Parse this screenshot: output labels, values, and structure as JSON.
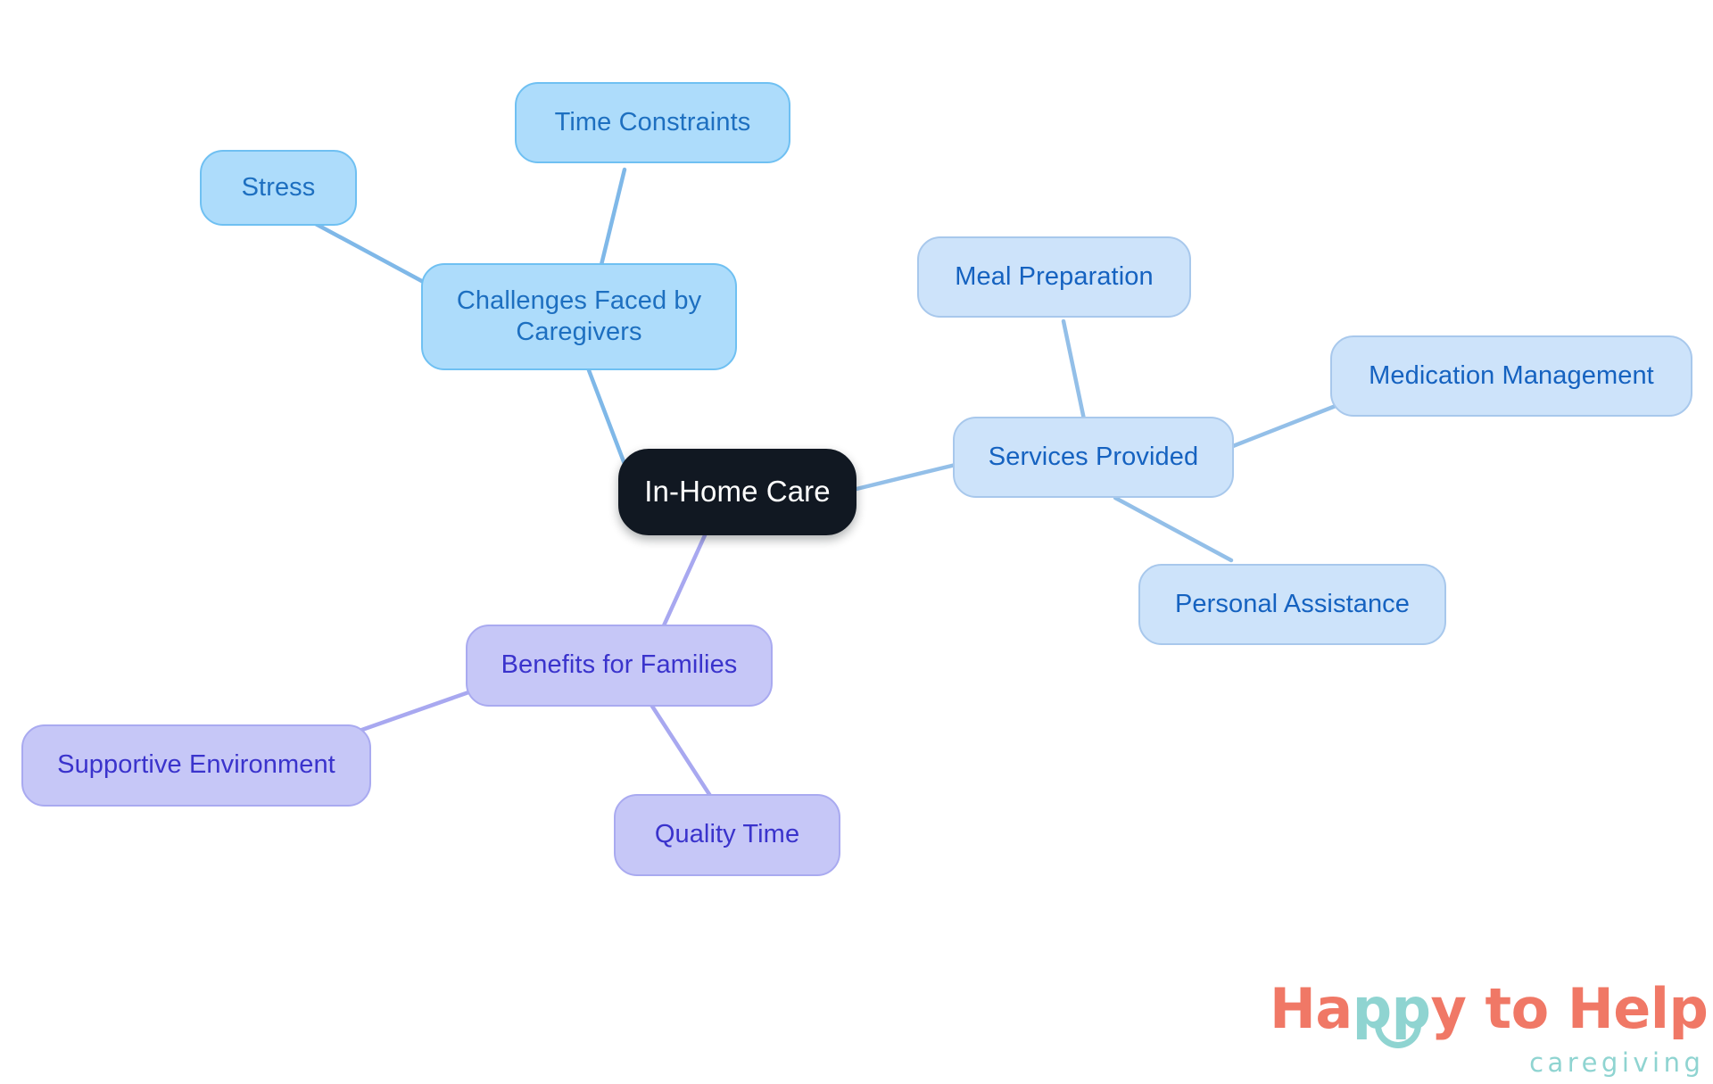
{
  "diagram": {
    "type": "mindmap",
    "title": "In-Home Care",
    "background_color": "#ffffff",
    "root": {
      "id": "in-home-care",
      "label": "In-Home Care",
      "fill": "#111822",
      "text_color": "#ffffff"
    },
    "branches": [
      {
        "id": "challenges-faced-by-caregivers",
        "label": "Challenges Faced by\nCaregivers",
        "fill": "#ADDCFB",
        "border": "#6FC0F2",
        "text_color": "#1D6FC0",
        "edge_color": "#7FB8E8",
        "children": [
          {
            "id": "stress",
            "label": "Stress"
          },
          {
            "id": "time-constraints",
            "label": "Time Constraints"
          }
        ]
      },
      {
        "id": "services-provided",
        "label": "Services Provided",
        "fill": "#CDE3FA",
        "border": "#A8C8EC",
        "text_color": "#1562C0",
        "edge_color": "#93BFE8",
        "children": [
          {
            "id": "meal-preparation",
            "label": "Meal Preparation"
          },
          {
            "id": "medication-management",
            "label": "Medication Management"
          },
          {
            "id": "personal-assistance",
            "label": "Personal Assistance"
          }
        ]
      },
      {
        "id": "benefits-for-families",
        "label": "Benefits for Families",
        "fill": "#C6C7F7",
        "border": "#A9AAF0",
        "text_color": "#3A33CC",
        "edge_color": "#A8A8F0",
        "children": [
          {
            "id": "supportive-environment",
            "label": "Supportive Environment"
          },
          {
            "id": "quality-time",
            "label": "Quality Time"
          }
        ]
      }
    ]
  },
  "nodes": {
    "root": "In-Home Care",
    "challenges": "Challenges Faced by\nCaregivers",
    "stress": "Stress",
    "time_constraints": "Time Constraints",
    "services": "Services Provided",
    "meal_preparation": "Meal Preparation",
    "medication_management": "Medication Management",
    "personal_assistance": "Personal Assistance",
    "benefits": "Benefits for Families",
    "supportive_environment": "Supportive Environment",
    "quality_time": "Quality Time"
  },
  "brand": {
    "word_happy": "Happy",
    "word_to_help_prefix": " to Hel",
    "logo_line1_a": "Ha",
    "logo_line1_b": "pp",
    "logo_line1_c": "y to Help",
    "tagline": "caregiving",
    "coral": "#F07866",
    "teal": "#8FD4D1"
  }
}
